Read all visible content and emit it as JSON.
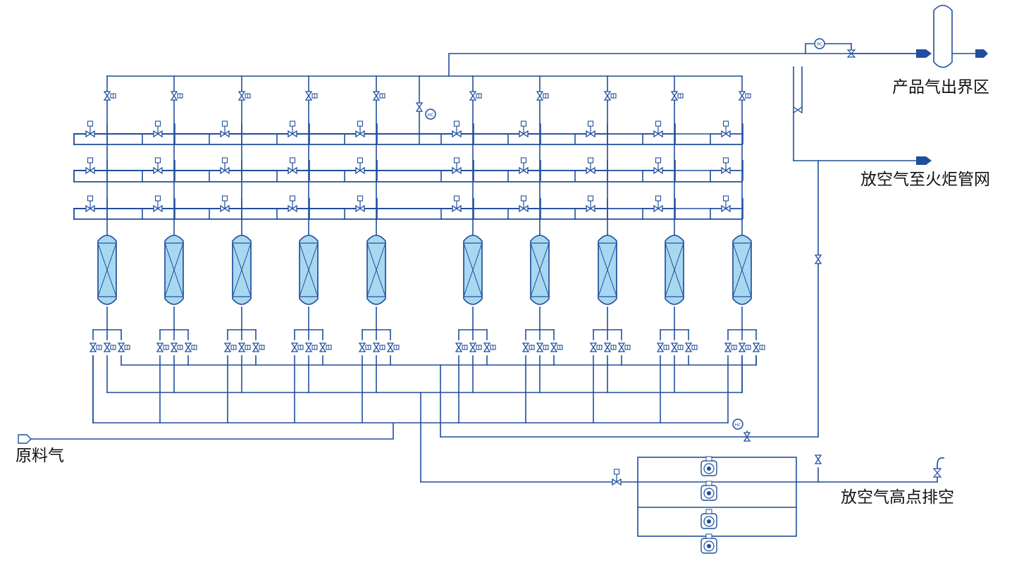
{
  "colors": {
    "pipe": "#1f4e9c",
    "vessel_fill": "#a8d8f0",
    "arrow": "#1f4e9c",
    "text": "#111111"
  },
  "labels": {
    "product_out": "产品气出界区",
    "flare_out": "放空气至火炬管网",
    "feed_in": "原料气",
    "vent_high": "放空气高点排空"
  },
  "instrument_tags": {
    "pc": "PC",
    "hc_top": "HC",
    "hc_bottom": "HC"
  },
  "diagram": {
    "adsorber_count": 10,
    "bottom_valves_per_adsorber": 3,
    "top_valves_per_adsorber": 1,
    "middle_valve_rows": 3,
    "vacuum_pump_count": 4,
    "icons": [
      "gate-valve-icon",
      "control-valve-icon",
      "adsorber-vessel-icon",
      "vacuum-pump-icon",
      "separator-drum-icon",
      "flow-arrow-icon"
    ]
  }
}
